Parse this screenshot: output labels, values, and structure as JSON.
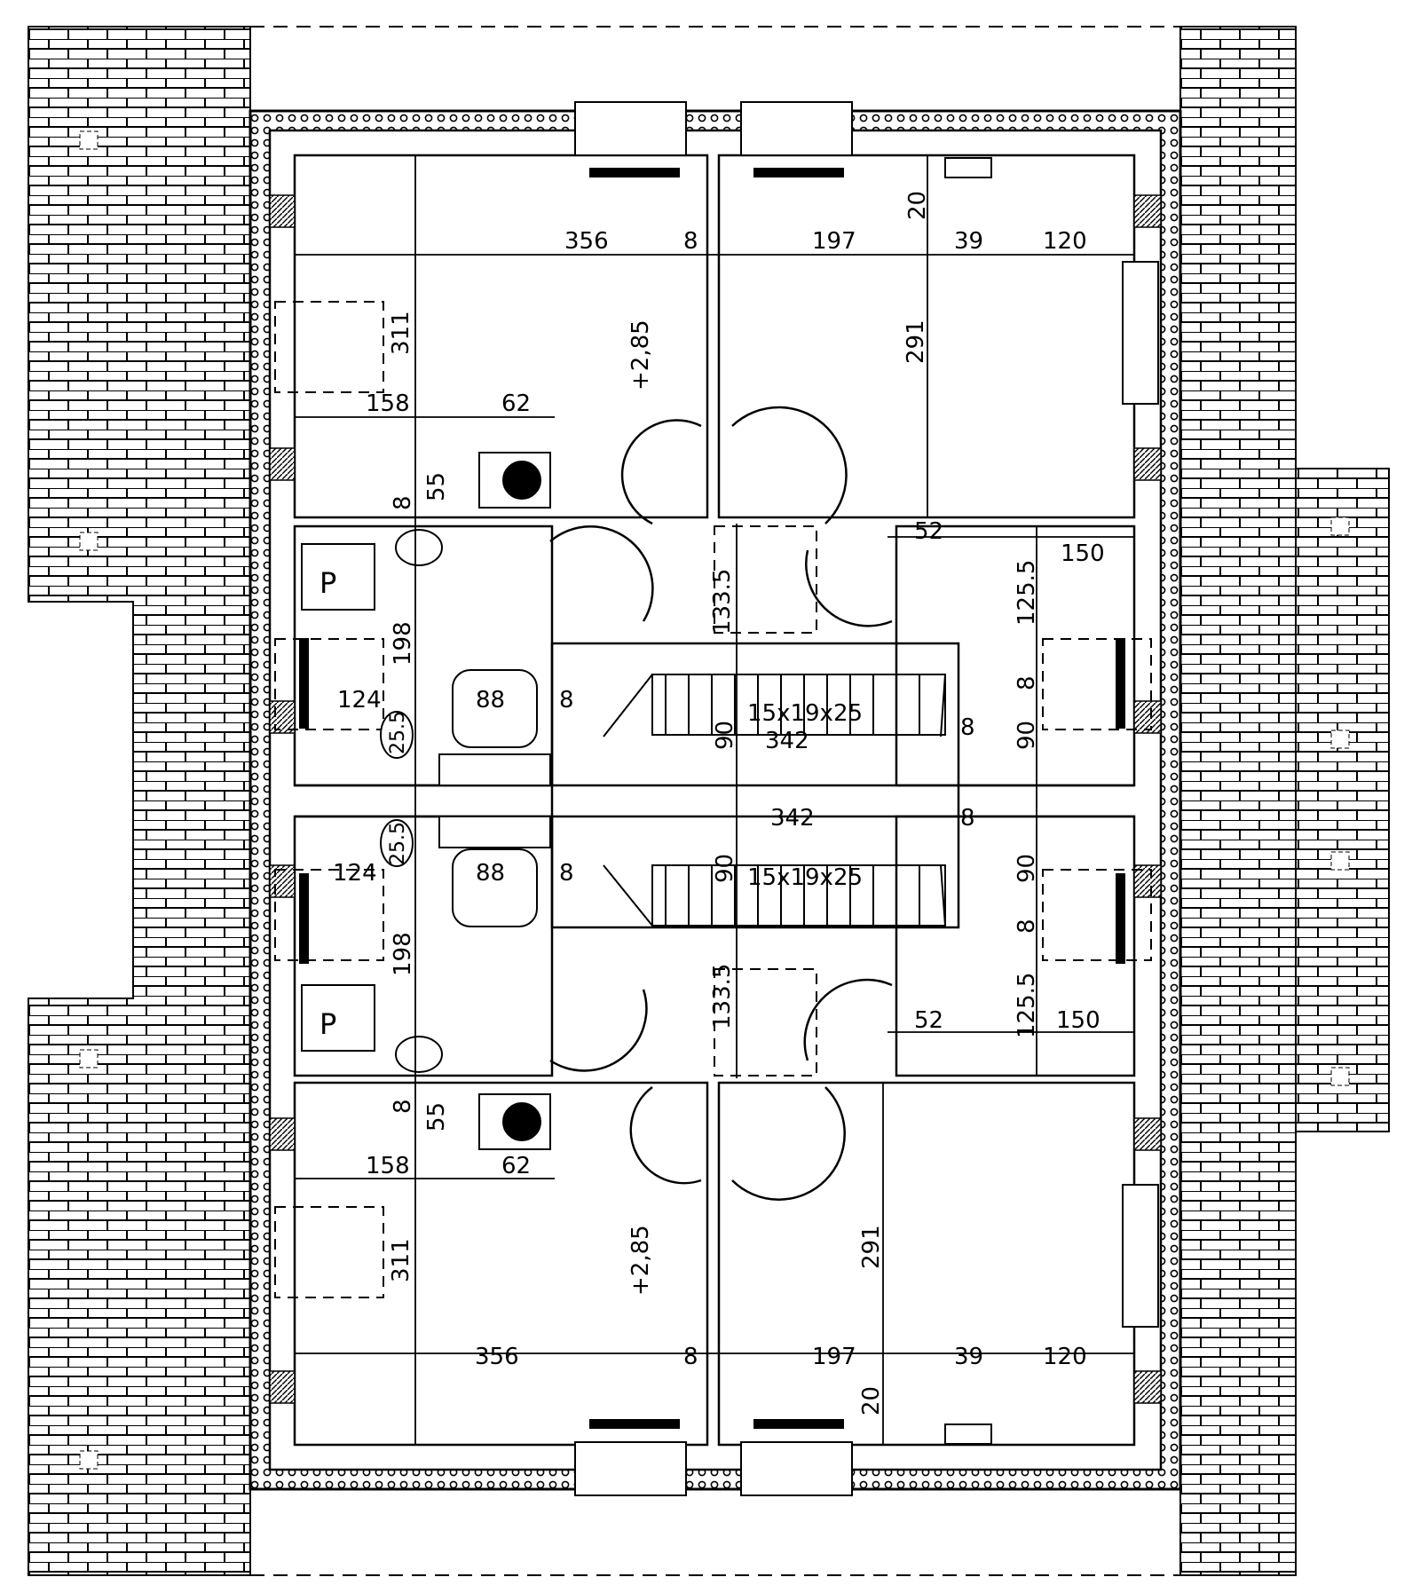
{
  "plan": {
    "levels": [
      "+2,85",
      "+2,85"
    ],
    "stairs": {
      "steps_top": "15x19x25",
      "steps_bottom": "15x19x25",
      "length_top": "342",
      "length_bottom": "342"
    },
    "dimensions": {
      "d356_top": "356",
      "d8_top": "8",
      "d197_top": "197",
      "d39_top": "39",
      "d120_top": "120",
      "d20_top": "20",
      "d311_top": "311",
      "d291_top": "291",
      "d158_top": "158",
      "d62_top": "62",
      "d55_top": "55",
      "d8b_top": "8",
      "d198_top": "198",
      "d124_top": "124",
      "d88_top": "88",
      "d8c_top": "8",
      "d255_top": "25.5",
      "d1335_top": "133.5",
      "d90a_top": "90",
      "d8d_top": "8",
      "d52_top": "52",
      "d150_top": "150",
      "d1255_top": "125.5",
      "d8e_top": "8",
      "d90b_top": "90",
      "d356_bot": "356",
      "d8_bot": "8",
      "d197_bot": "197",
      "d39_bot": "39",
      "d120_bot": "120",
      "d20_bot": "20",
      "d311_bot": "311",
      "d291_bot": "291",
      "d158_bot": "158",
      "d62_bot": "62",
      "d55_bot": "55",
      "d8b_bot": "8",
      "d198_bot": "198",
      "d124_bot": "124",
      "d88_bot": "88",
      "d8c_bot": "8",
      "d255_bot": "25.5",
      "d1335_bot": "133.5",
      "d90a_bot": "90",
      "d8d_bot": "8",
      "d52_bot": "52",
      "d150_bot": "150",
      "d1255_bot": "125.5",
      "d8e_bot": "8",
      "d90b_bot": "90"
    },
    "symbols": {
      "boiler_label_top": "P",
      "boiler_label_bottom": "P"
    }
  }
}
